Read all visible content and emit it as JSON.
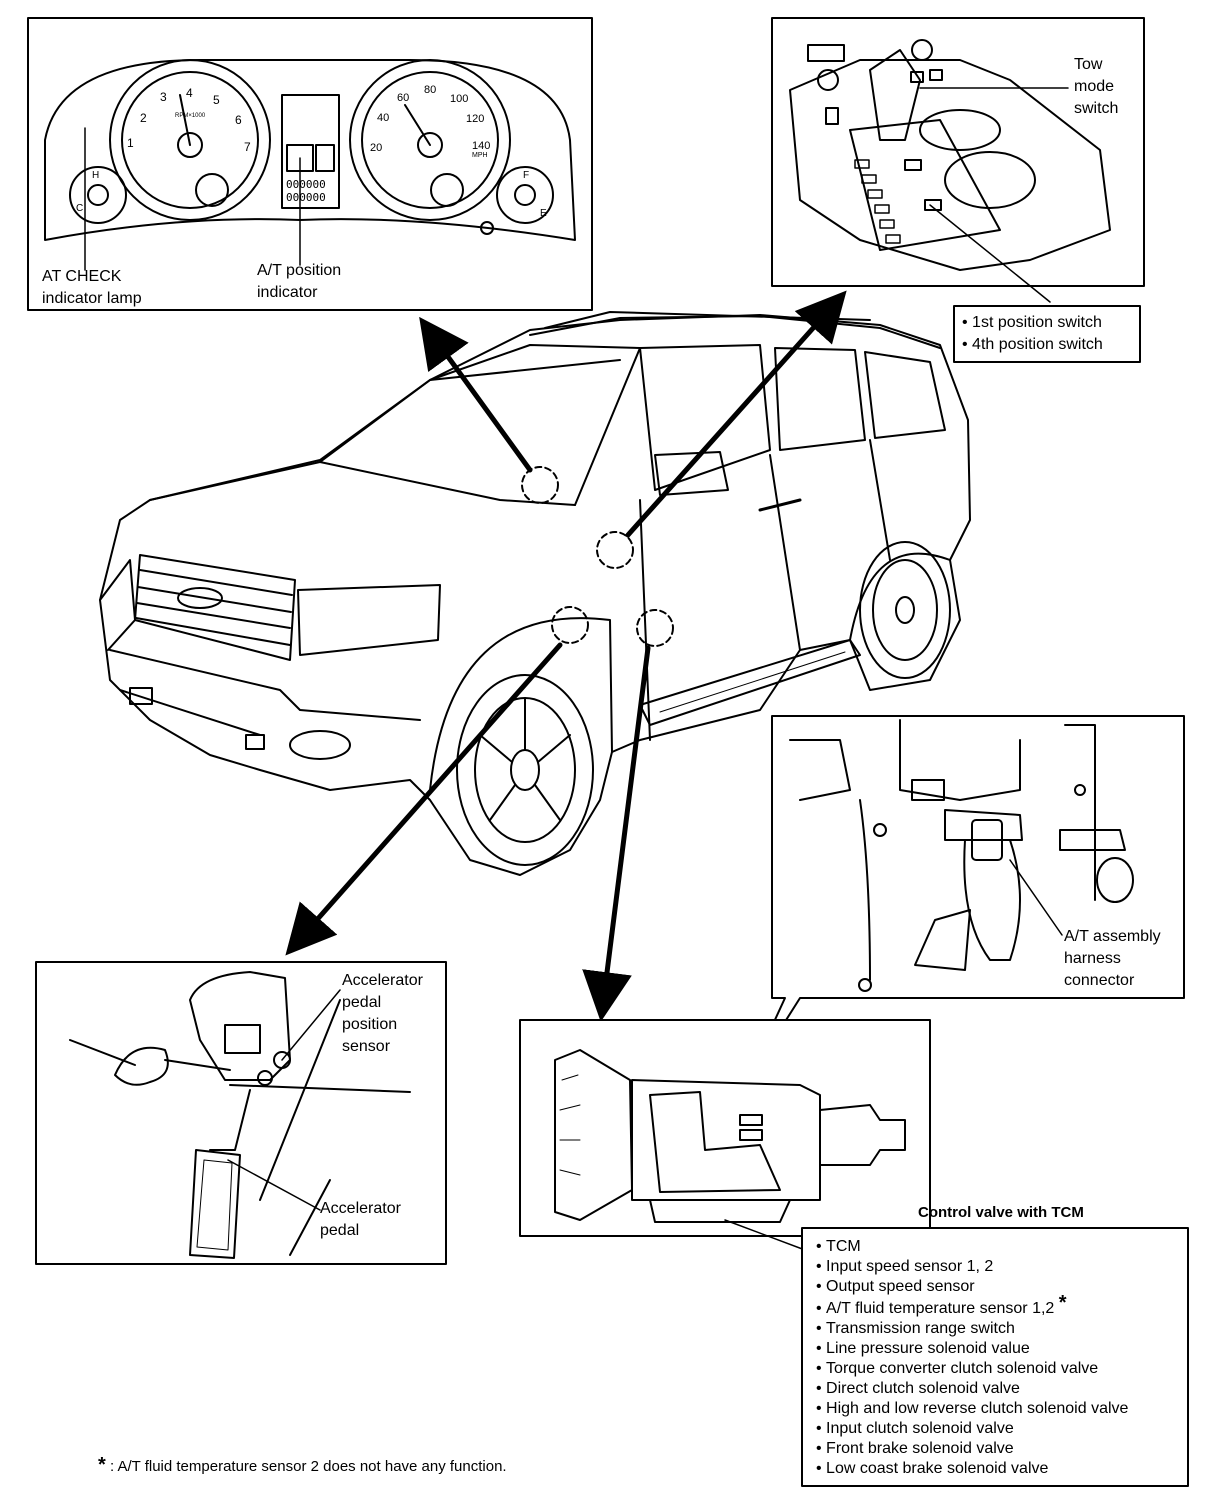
{
  "cluster": {
    "at_check_label": [
      "AT CHECK",
      "indicator lamp"
    ],
    "at_position_label": [
      "A/T position",
      "indicator"
    ],
    "gauges": {
      "tach_ticks": [
        "1",
        "2",
        "3",
        "4",
        "5",
        "6",
        "7"
      ],
      "speedo_ticks": [
        "20",
        "40",
        "60",
        "80",
        "100",
        "120",
        "140"
      ],
      "temp_marks": [
        "H",
        "C"
      ],
      "fuel_marks": [
        "F",
        "E"
      ],
      "speed_unit": "MPH",
      "tach_unit": "RPM×1000",
      "odometer": [
        "000000",
        "000000"
      ]
    }
  },
  "shifter": {
    "tow_label": [
      "Tow",
      "mode",
      "switch"
    ],
    "switch_list": [
      "1st position switch",
      "4th position switch"
    ]
  },
  "pedal": {
    "sensor_label": [
      "Accelerator",
      "pedal",
      "position",
      "sensor"
    ],
    "pedal_label": [
      "Accelerator",
      "pedal"
    ]
  },
  "connector": {
    "label": [
      "A/T assembly",
      "harness",
      "connector"
    ]
  },
  "transmission": {
    "title": "Control valve with TCM",
    "items": [
      "TCM",
      "Input speed sensor 1, 2",
      "Output speed sensor",
      "A/T fluid temperature sensor 1,2",
      "Transmission range switch",
      "Line pressure solenoid value",
      "Torque converter clutch solenoid valve",
      "Direct clutch solenoid valve",
      "High and low reverse clutch solenoid valve",
      "Input clutch solenoid valve",
      "Front brake solenoid valve",
      "Low coast brake solenoid valve"
    ],
    "asterisk": "*"
  },
  "footnote": {
    "mark": "*",
    "text": ": A/T fluid temperature sensor 2 does not have any function."
  }
}
